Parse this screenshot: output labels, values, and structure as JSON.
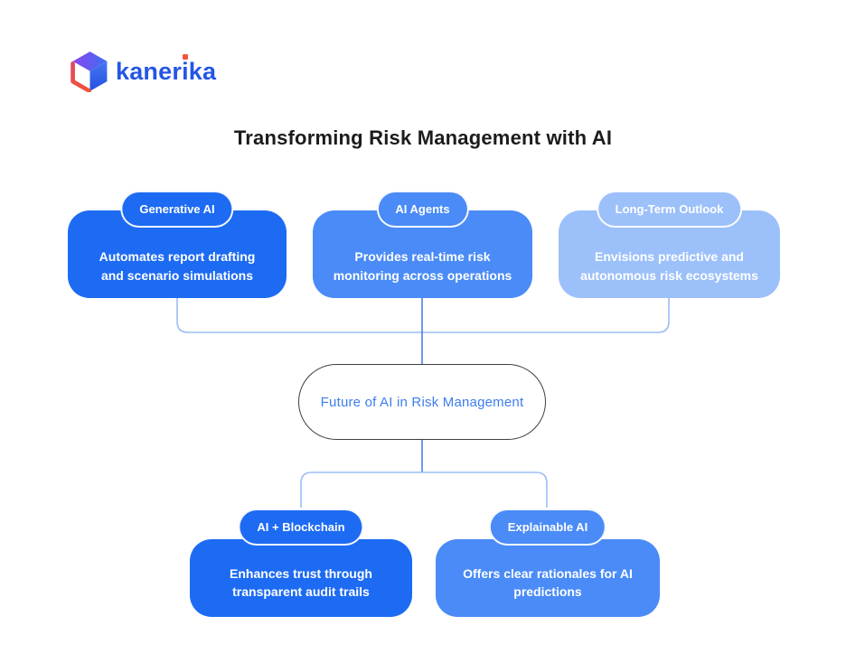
{
  "brand": {
    "logo_text": "kanerika",
    "logo_text_parts": [
      "kaner",
      "i",
      "ka"
    ],
    "logo_text_color": "#2456e4",
    "logo_dot_color": "#f4543c"
  },
  "title": "Transforming Risk Management with AI",
  "colors": {
    "background": "#ffffff",
    "title_color": "#1c1c1e",
    "node_text": "#ffffff",
    "connector_light": "#9bbdf6",
    "connector_dark": "#4b80e9",
    "oval_border": "#3f3f3f",
    "oval_text": "#3d7ef0"
  },
  "diagram": {
    "center_node": {
      "label": "Future of AI in Risk Management"
    },
    "top_nodes": [
      {
        "label": "Generative AI",
        "description": "Automates report drafting\nand scenario simulations",
        "color": "#1d6bf3"
      },
      {
        "label": "AI Agents",
        "description": "Provides real-time risk\nmonitoring across operations",
        "color": "#4a8bf7"
      },
      {
        "label": "Long-Term Outlook",
        "description": "Envisions predictive and\nautonomous risk ecosystems",
        "color": "#9cc0fa"
      }
    ],
    "bottom_nodes": [
      {
        "label": "AI + Blockchain",
        "description": "Enhances trust through\ntransparent audit trails",
        "color": "#1d6bf3"
      },
      {
        "label": "Explainable AI",
        "description": "Offers clear rationales for AI\npredictions",
        "color": "#4a8bf7"
      }
    ]
  }
}
